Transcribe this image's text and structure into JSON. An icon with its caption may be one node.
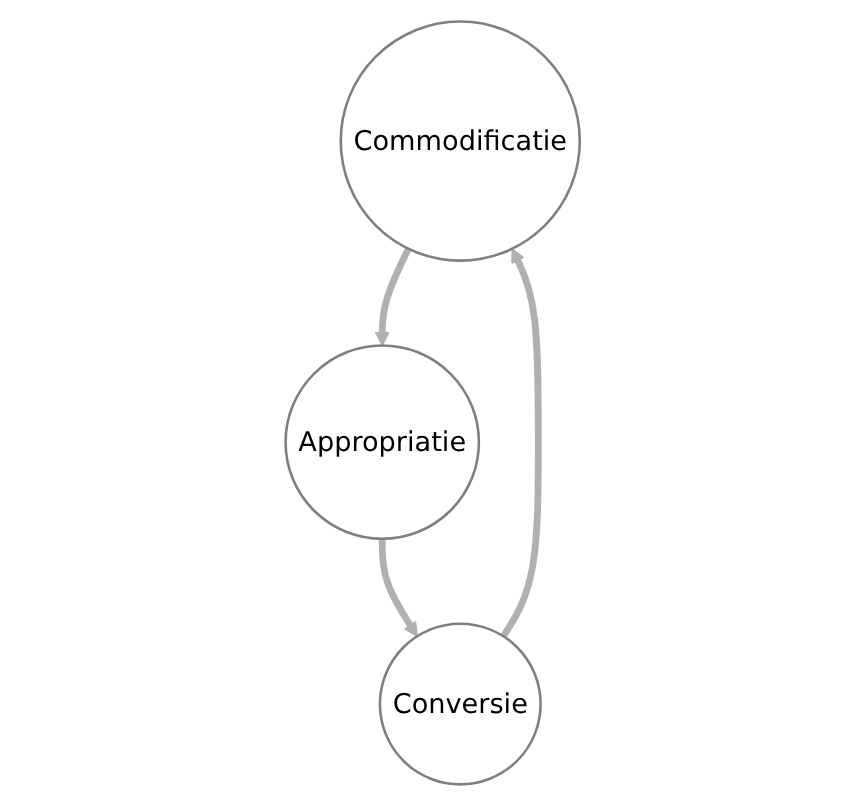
{
  "diagram": {
    "nodes": [
      {
        "text": [
          "Commodificatie"
        ]
      },
      {
        "text": [
          "Appropriatie"
        ]
      },
      {
        "text": [
          "Conversie"
        ]
      }
    ],
    "edges": [
      {
        "from": 0,
        "to": 1,
        "arrow": "to"
      },
      {
        "from": 1,
        "to": 2,
        "arrow": "to"
      },
      {
        "from": 2,
        "to": 0,
        "arrow": "to"
      }
    ]
  }
}
